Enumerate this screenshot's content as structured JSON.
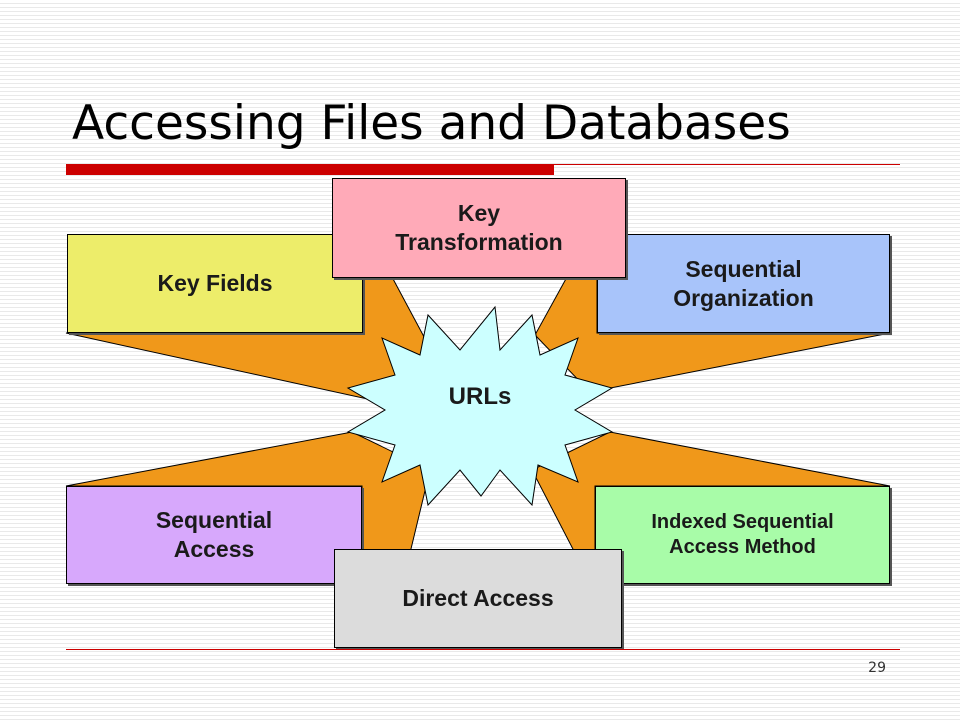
{
  "slide": {
    "title": "Accessing Files and Databases",
    "page_number": "29"
  },
  "diagram": {
    "center": "URLs",
    "nodes": {
      "key_fields": "Key Fields",
      "key_transformation": "Key\nTransformation",
      "sequential_organization": "Sequential\nOrganization",
      "sequential_access": "Sequential\nAccess",
      "indexed_sequential": "Indexed Sequential\nAccess Method",
      "direct_access": "Direct Access"
    }
  },
  "colors": {
    "title_rule": "#cc0000",
    "connector": "#f0981a",
    "starburst": "#ccffff",
    "key_fields": "#eded6a",
    "key_transformation": "#ffaab8",
    "sequential_organization": "#a8c4fa",
    "sequential_access": "#d7a8fc",
    "indexed_sequential": "#a8fca8",
    "direct_access": "#dcdcdc"
  }
}
